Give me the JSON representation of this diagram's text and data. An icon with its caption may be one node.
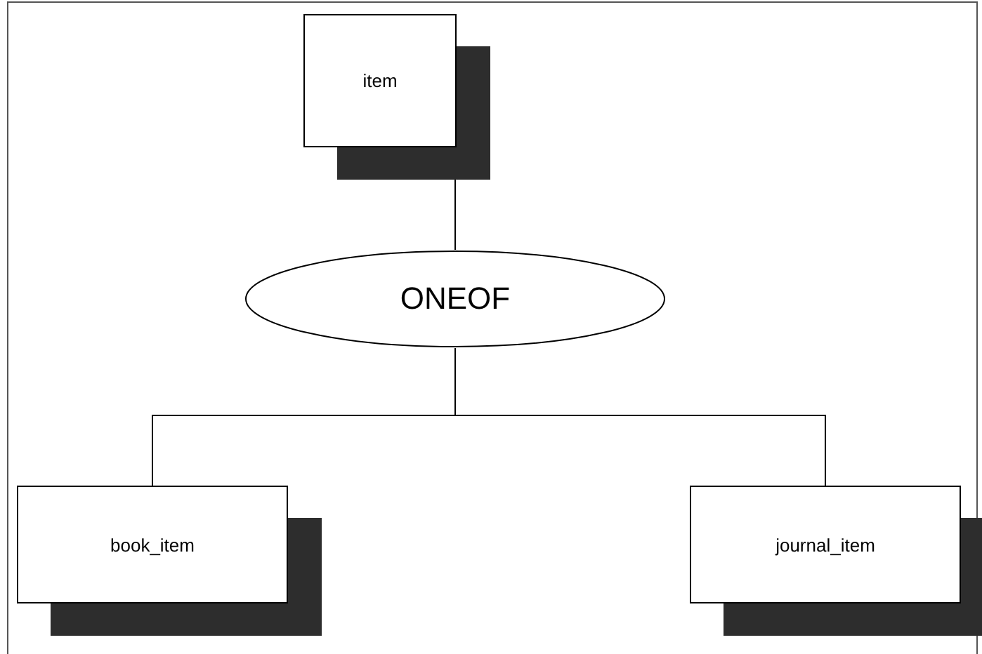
{
  "diagram": {
    "nodes": [
      {
        "text": [
          "item"
        ]
      },
      {
        "text": [
          "ONEOF"
        ]
      },
      {
        "text": [
          "book_item"
        ]
      },
      {
        "text": [
          "journal_item"
        ]
      }
    ],
    "edges": [
      {
        "from": 0,
        "to": 1,
        "arrow": "none"
      },
      {
        "from": 1,
        "to": 2,
        "arrow": "none"
      },
      {
        "from": 1,
        "to": 3,
        "arrow": "none"
      }
    ]
  }
}
